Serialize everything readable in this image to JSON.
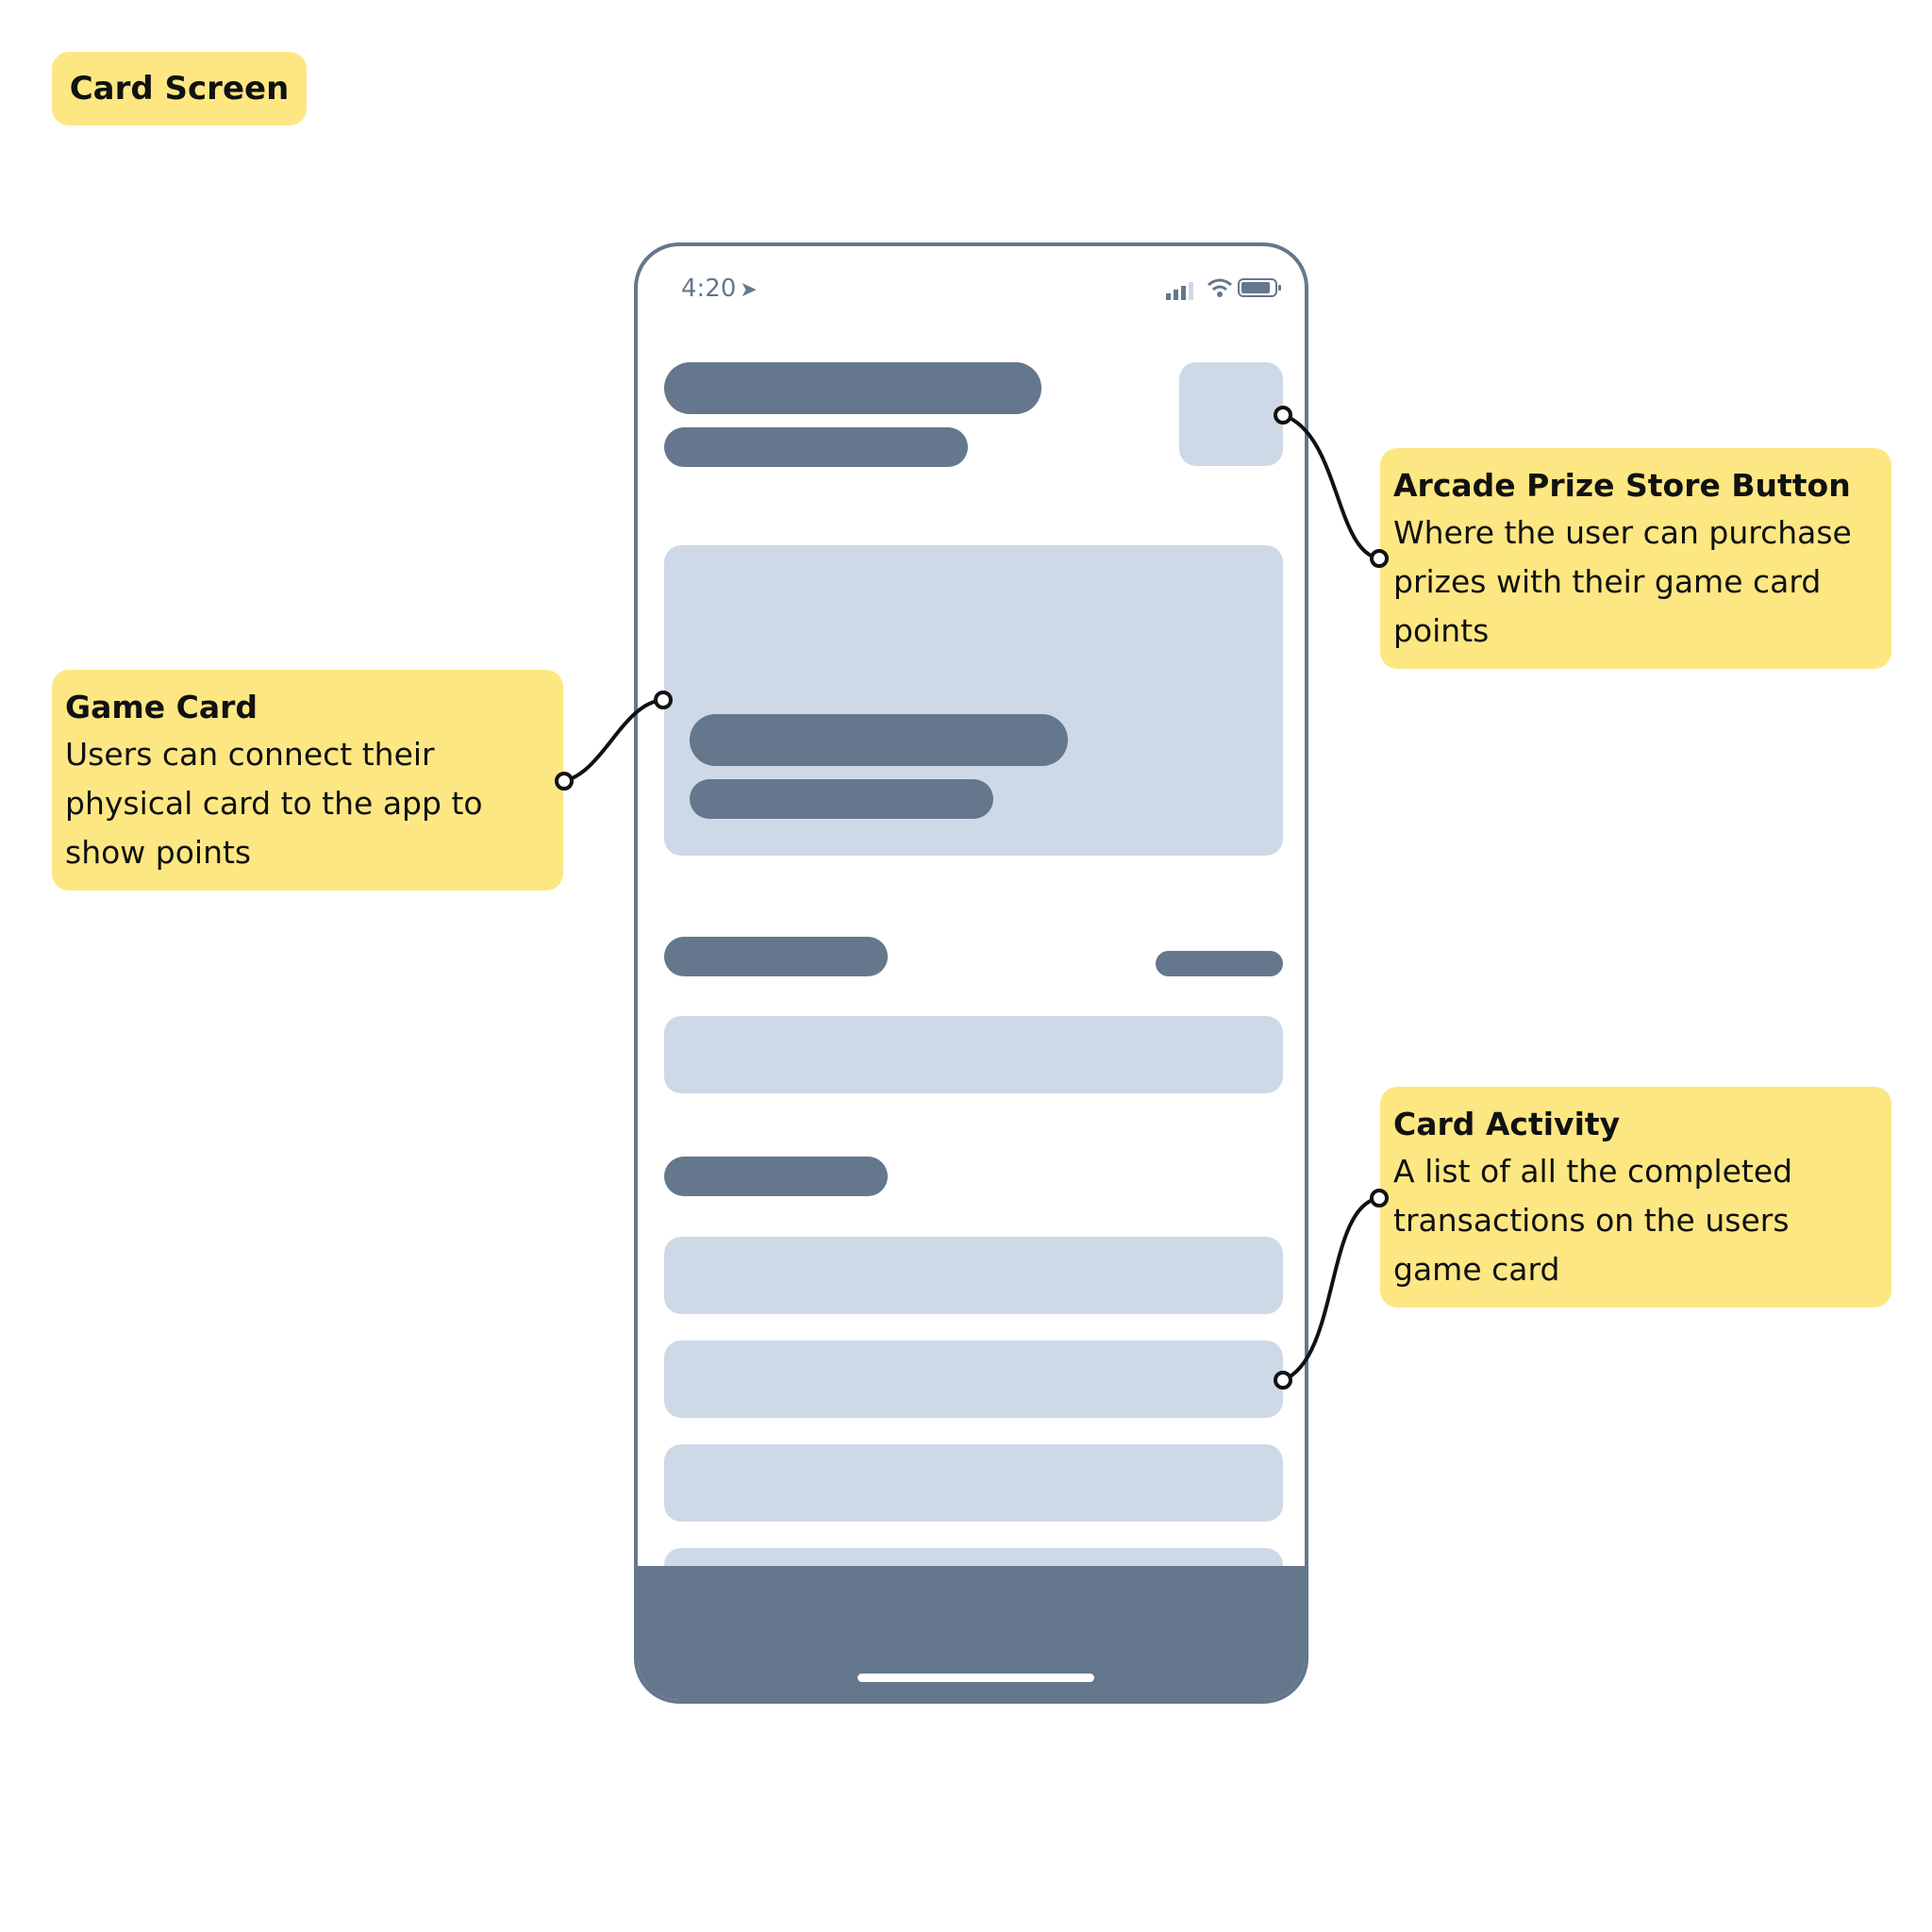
{
  "diagram_title": "Card Screen",
  "phone": {
    "status_time": "4:20"
  },
  "annotations": [
    {
      "title": "Arcade Prize Store Button",
      "description": "Where the user can purchase prizes with their game card points"
    },
    {
      "title": "Game Card",
      "description": "Users can connect their physical card to the app to show points"
    },
    {
      "title": "Card Activity",
      "description": "A list of all the completed transactions on the users game card"
    }
  ],
  "colors": {
    "note": "#fde783",
    "skeleton_dark": "#64778c",
    "skeleton_light": "#ced9e8",
    "outline": "#64778c",
    "connector": "#111111"
  }
}
